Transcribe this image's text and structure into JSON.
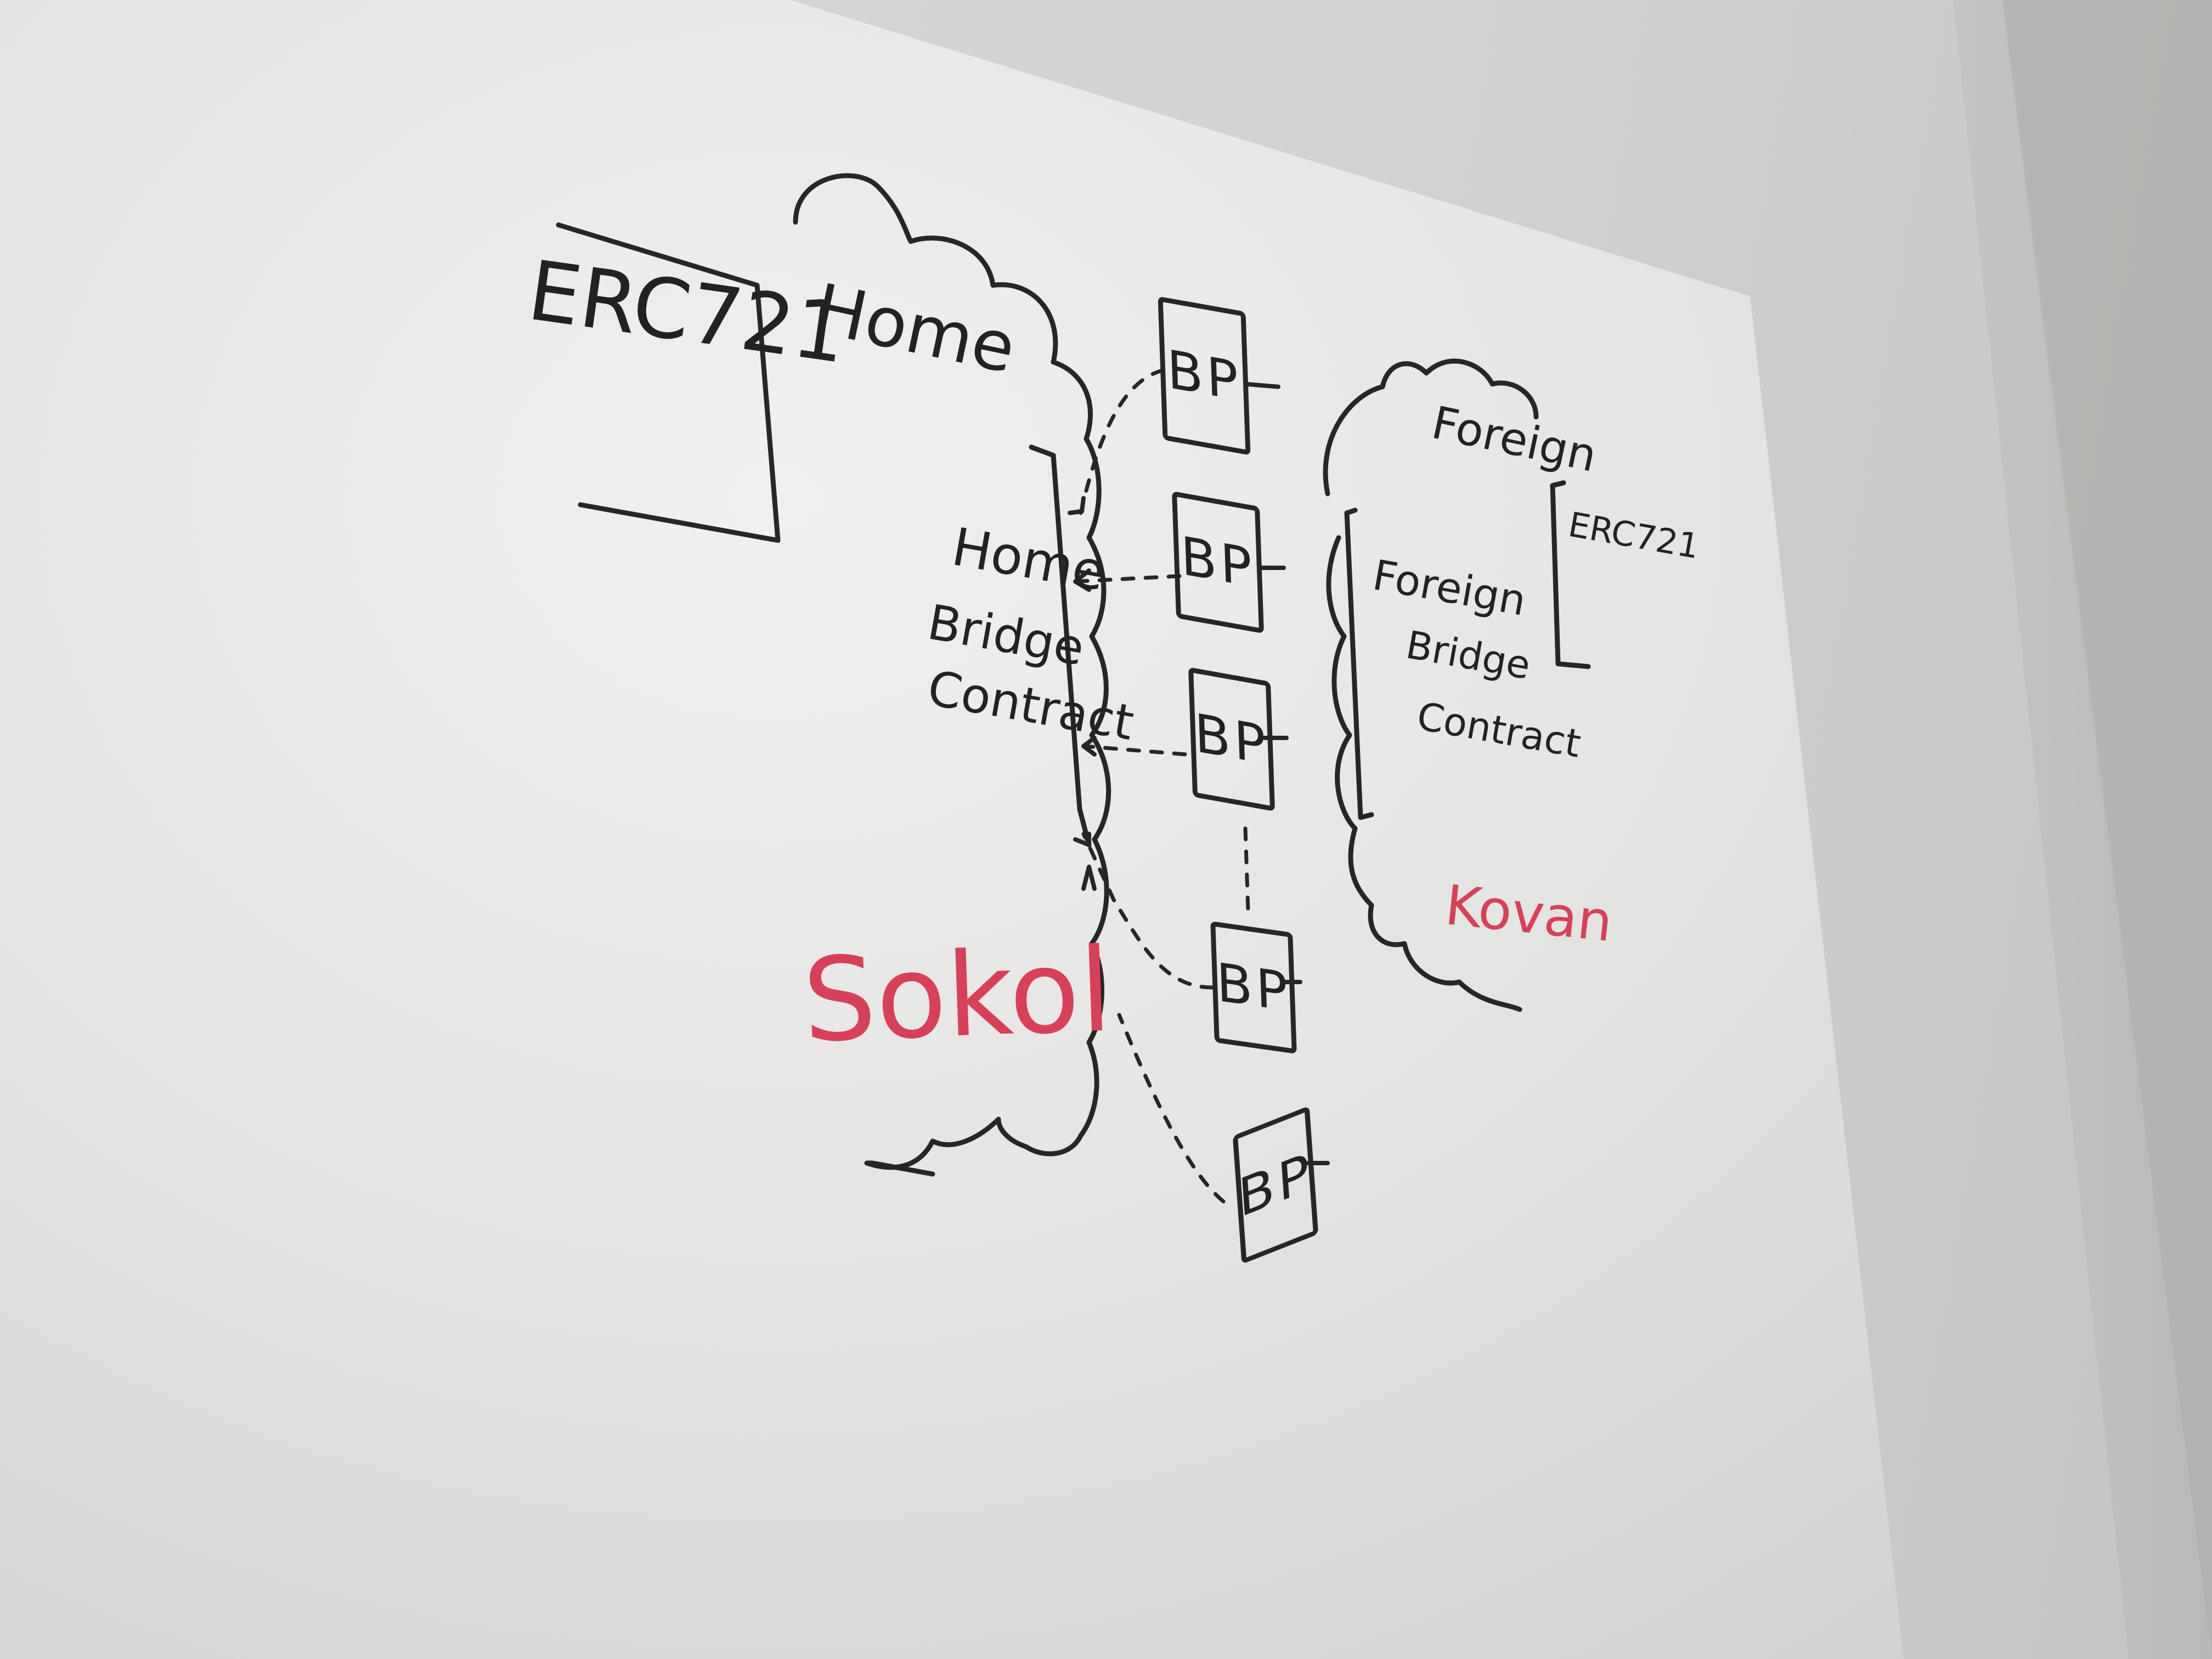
{
  "diagram": {
    "erc721_home": "ERC721",
    "home_cloud_label": "Home",
    "home_bridge": [
      "Home",
      "Bridge",
      "Contract"
    ],
    "home_network": "Sokol",
    "bridge_node": "BP",
    "foreign_cloud_label": "Foreign",
    "erc721_foreign": "ERC721",
    "foreign_bridge": [
      "Foreign",
      "Bridge",
      "Contract"
    ],
    "foreign_network": "Kovan"
  },
  "colors": {
    "marker_black": "#222222",
    "marker_red": "#d8405a",
    "board": "#e8e9e7"
  }
}
